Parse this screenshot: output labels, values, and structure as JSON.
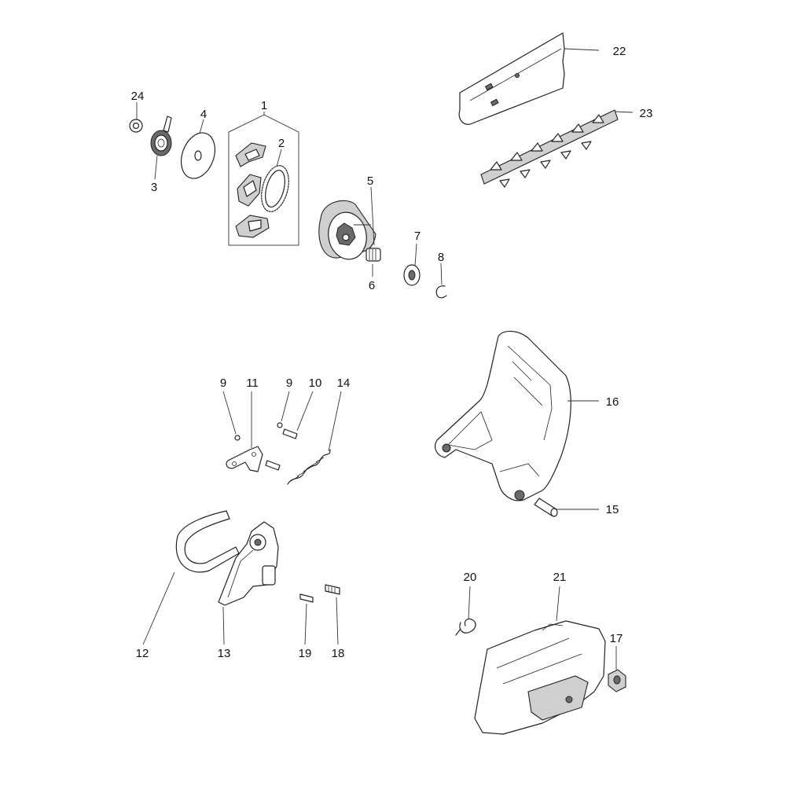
{
  "diagram": {
    "callouts": [
      "1",
      "2",
      "3",
      "4",
      "5",
      "6",
      "7",
      "8",
      "9",
      "10",
      "11",
      "12",
      "13",
      "14",
      "15",
      "16",
      "17",
      "18",
      "19",
      "20",
      "21",
      "22",
      "23",
      "24",
      "9"
    ]
  }
}
